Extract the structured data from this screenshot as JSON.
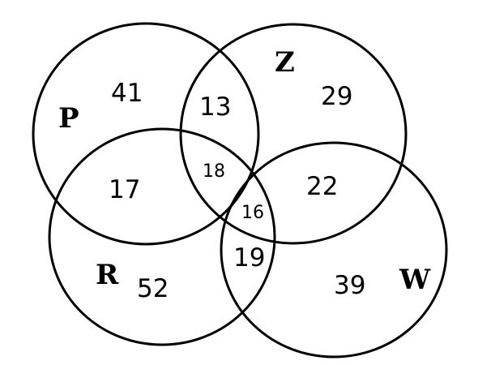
{
  "sets": {
    "P": "P",
    "Z": "Z",
    "R": "R",
    "W": "W"
  },
  "regions": {
    "p_only": "41",
    "p_z": "13",
    "z_only": "29",
    "p_r": "17",
    "p_z_r": "18",
    "z_w": "22",
    "z_r_w": "16",
    "r_w": "19",
    "r_only": "52",
    "w_only": "39"
  },
  "colors": {
    "stroke": "#000000",
    "background": "#ffffff"
  }
}
